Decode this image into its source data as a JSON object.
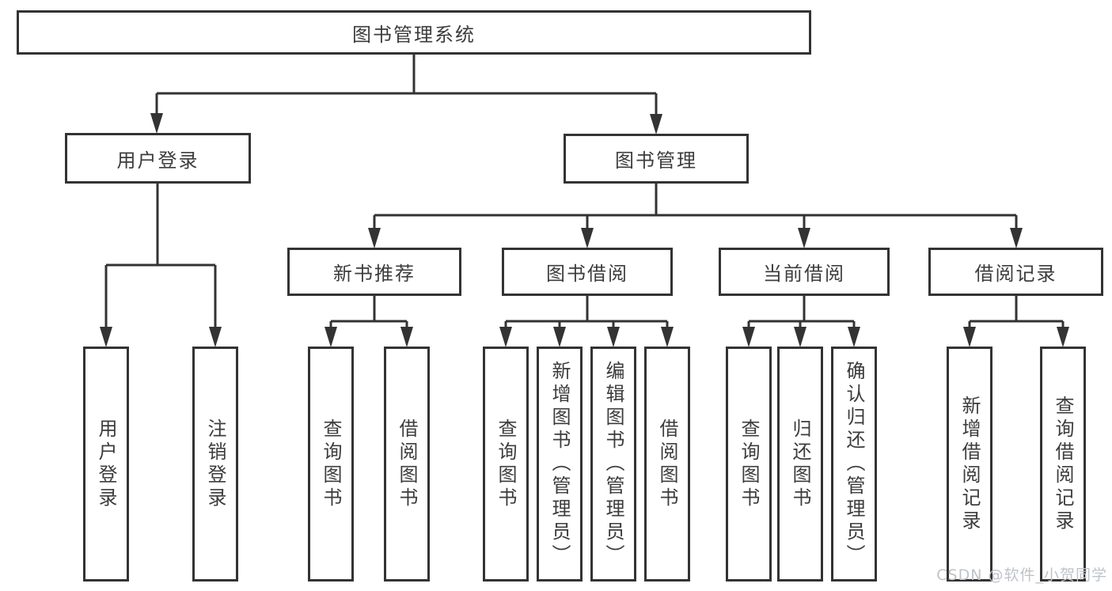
{
  "tree": {
    "root": {
      "label": "图书管理系统"
    },
    "children": [
      {
        "label": "用户登录",
        "children": [
          {
            "label": "用户登录"
          },
          {
            "label": "注销登录"
          }
        ]
      },
      {
        "label": "图书管理",
        "children": [
          {
            "label": "新书推荐",
            "children": [
              {
                "label": "查询图书"
              },
              {
                "label": "借阅图书"
              }
            ]
          },
          {
            "label": "图书借阅",
            "children": [
              {
                "label": "查询图书"
              },
              {
                "label": "新增图书（管理员）"
              },
              {
                "label": "编辑图书（管理员）"
              },
              {
                "label": "借阅图书"
              }
            ]
          },
          {
            "label": "当前借阅",
            "children": [
              {
                "label": "查询图书"
              },
              {
                "label": "归还图书"
              },
              {
                "label": "确认归还（管理员）"
              }
            ]
          },
          {
            "label": "借阅记录",
            "children": [
              {
                "label": "新增借阅记录"
              },
              {
                "label": "查询借阅记录"
              }
            ]
          }
        ]
      }
    ]
  },
  "watermark": {
    "text": "CSDN @软件_小贺同学"
  },
  "colors": {
    "line": "#333333",
    "text": "#3c3c3c",
    "watermark": "#bfc3c8",
    "background": "#ffffff"
  }
}
